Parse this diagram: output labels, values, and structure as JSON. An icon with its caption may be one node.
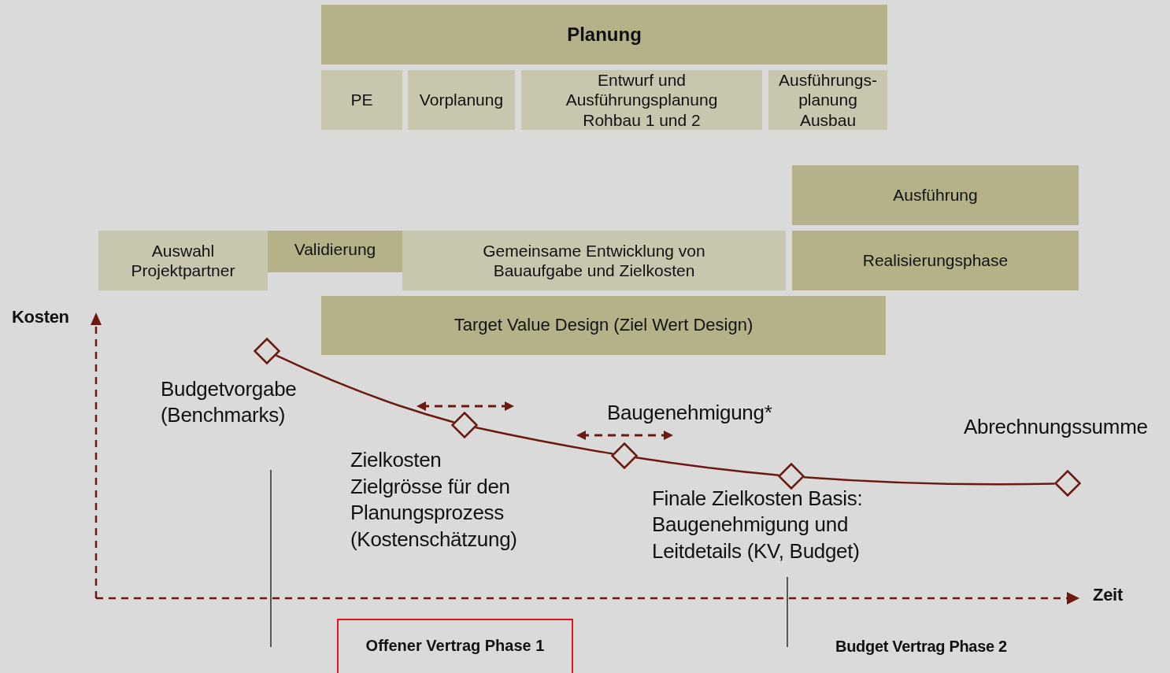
{
  "diagram": {
    "nodes": [
      {
        "text": [
          "Planung"
        ]
      },
      {
        "text": [
          "PE"
        ]
      },
      {
        "text": [
          "Vorplanung"
        ]
      },
      {
        "text": [
          "Entwurf und Ausführungsplanung Rohbau 1 und 2"
        ]
      },
      {
        "text": [
          "Ausführungs- planung Ausbau"
        ]
      },
      {
        "text": [
          "Ausführung"
        ]
      },
      {
        "text": [
          "Auswahl Projektpartner"
        ]
      },
      {
        "text": [
          "Validierung"
        ]
      },
      {
        "text": [
          "Gemeinsame Entwicklung von Bauaufgabe und Zielkosten"
        ]
      },
      {
        "text": [
          "Realisierungsphase"
        ]
      },
      {
        "text": [
          "Target Value Design (Ziel Wert Design)"
        ]
      },
      {
        "text": [],
        "shape": "diamond",
        "beside": [
          "Budgetvorgabe (Benchmarks)"
        ]
      },
      {
        "text": [],
        "shape": "diamond",
        "beside": [
          "Zielkosten",
          "Zielgrösse für den Planungsprozess (Kostenschätzung)"
        ]
      },
      {
        "text": [],
        "shape": "diamond"
      },
      {
        "text": [],
        "shape": "diamond",
        "beside": [
          "Finale Zielkosten Basis: Baugenehmigung und Leitdetails (KV, Budget)"
        ]
      },
      {
        "text": [],
        "shape": "diamond",
        "beside": [
          "Abrechnungssumme"
        ]
      },
      {
        "text": [
          "Offener Vertrag Phase 1"
        ]
      }
    ],
    "edges": [
      {
        "from": 11,
        "to": 12,
        "arrow": "none"
      },
      {
        "from": 12,
        "to": 13,
        "arrow": "none"
      },
      {
        "from": 13,
        "to": 14,
        "arrow": "none"
      },
      {
        "from": 14,
        "to": 15,
        "arrow": "none"
      }
    ],
    "labels": [
      "Kosten",
      "Baugenehmigung*",
      "Zeit",
      "Budget Vertrag Phase 2"
    ]
  }
}
